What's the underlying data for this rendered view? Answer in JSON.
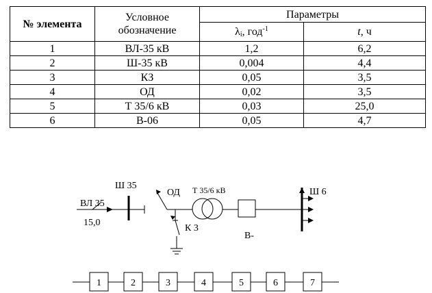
{
  "table": {
    "col_element": "№ элемента",
    "col_symbol_line1": "Условное",
    "col_symbol_line2": "обозначение",
    "col_params": "Параметры",
    "lambda_symbol": "λ",
    "lambda_sub": "i",
    "lambda_unit": ", год",
    "lambda_exp": "-1",
    "t_symbol": "t",
    "t_unit": ", ч",
    "rows": [
      {
        "num": "1",
        "name": "ВЛ-35 кВ",
        "lambda": "1,2",
        "t": "6,2"
      },
      {
        "num": "2",
        "name": "Ш-35 кВ",
        "lambda": "0,004",
        "t": "4,4"
      },
      {
        "num": "3",
        "name": "КЗ",
        "lambda": "0,05",
        "t": "3,5"
      },
      {
        "num": "4",
        "name": "ОД",
        "lambda": "0,02",
        "t": "3,5"
      },
      {
        "num": "5",
        "name": "Т 35/6 кВ",
        "lambda": "0,03",
        "t": "25,0"
      },
      {
        "num": "6",
        "name": "В-06",
        "lambda": "0,05",
        "t": "4,7"
      }
    ]
  },
  "scheme": {
    "vl_label": "ВЛ 35",
    "vl_length": "15,0",
    "sh35_label": "Ш 35",
    "od_label": "ОД",
    "transformer_label": "Т 35/6 кВ",
    "kz_label": "К 3",
    "breaker_label": "В-",
    "sh6_label": "Ш 6"
  },
  "chain": {
    "blocks": [
      "1",
      "2",
      "3",
      "4",
      "5",
      "6",
      "7"
    ]
  }
}
